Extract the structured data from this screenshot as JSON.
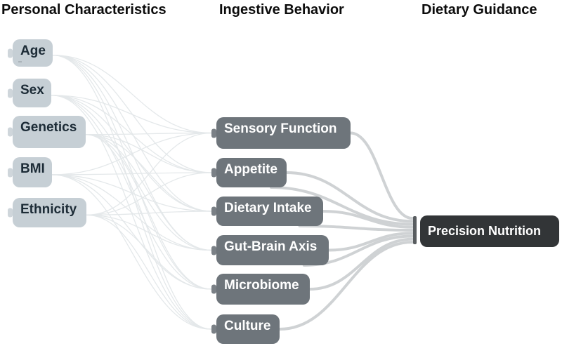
{
  "headers": [
    {
      "id": "personal-characteristics",
      "label": "Personal Characteristics"
    },
    {
      "id": "ingestive-behavior",
      "label": "Ingestive Behavior"
    },
    {
      "id": "dietary-guidance",
      "label": "Dietary Guidance"
    }
  ],
  "nodes": [
    {
      "id": "age",
      "label": "Age",
      "column": "personal"
    },
    {
      "id": "sex",
      "label": "Sex",
      "column": "personal"
    },
    {
      "id": "genetics",
      "label": "Genetics",
      "column": "personal"
    },
    {
      "id": "bmi",
      "label": "BMI",
      "column": "personal"
    },
    {
      "id": "ethnicity",
      "label": "Ethnicity",
      "column": "personal"
    },
    {
      "id": "sensory-function",
      "label": "Sensory Function",
      "column": "ingestive"
    },
    {
      "id": "appetite",
      "label": "Appetite",
      "column": "ingestive"
    },
    {
      "id": "dietary-intake",
      "label": "Dietary Intake",
      "column": "ingestive"
    },
    {
      "id": "gut-brain-axis",
      "label": "Gut-Brain Axis",
      "column": "ingestive"
    },
    {
      "id": "microbiome",
      "label": "Microbiome",
      "column": "ingestive"
    },
    {
      "id": "culture",
      "label": "Culture",
      "column": "ingestive"
    },
    {
      "id": "precision-nutrition",
      "label": "Precision Nutrition",
      "column": "dietary"
    }
  ],
  "edges": {
    "personal_to_ingestive": [
      [
        "age",
        "sensory-function"
      ],
      [
        "age",
        "appetite"
      ],
      [
        "age",
        "dietary-intake"
      ],
      [
        "age",
        "gut-brain-axis"
      ],
      [
        "age",
        "microbiome"
      ],
      [
        "age",
        "culture"
      ],
      [
        "sex",
        "sensory-function"
      ],
      [
        "sex",
        "appetite"
      ],
      [
        "sex",
        "dietary-intake"
      ],
      [
        "sex",
        "gut-brain-axis"
      ],
      [
        "sex",
        "microbiome"
      ],
      [
        "sex",
        "culture"
      ],
      [
        "genetics",
        "sensory-function"
      ],
      [
        "genetics",
        "appetite"
      ],
      [
        "genetics",
        "dietary-intake"
      ],
      [
        "genetics",
        "gut-brain-axis"
      ],
      [
        "genetics",
        "microbiome"
      ],
      [
        "genetics",
        "culture"
      ],
      [
        "bmi",
        "sensory-function"
      ],
      [
        "bmi",
        "appetite"
      ],
      [
        "bmi",
        "dietary-intake"
      ],
      [
        "bmi",
        "gut-brain-axis"
      ],
      [
        "bmi",
        "microbiome"
      ],
      [
        "bmi",
        "culture"
      ],
      [
        "ethnicity",
        "sensory-function"
      ],
      [
        "ethnicity",
        "appetite"
      ],
      [
        "ethnicity",
        "dietary-intake"
      ],
      [
        "ethnicity",
        "gut-brain-axis"
      ],
      [
        "ethnicity",
        "microbiome"
      ],
      [
        "ethnicity",
        "culture"
      ]
    ],
    "ingestive_to_dietary": [
      {
        "from": "sensory-function",
        "to": "precision-nutrition",
        "lines": 1
      },
      {
        "from": "appetite",
        "to": "precision-nutrition",
        "lines": 2
      },
      {
        "from": "dietary-intake",
        "to": "precision-nutrition",
        "lines": 2
      },
      {
        "from": "gut-brain-axis",
        "to": "precision-nutrition",
        "lines": 2
      },
      {
        "from": "microbiome",
        "to": "precision-nutrition",
        "lines": 1
      },
      {
        "from": "culture",
        "to": "precision-nutrition",
        "lines": 1
      }
    ]
  },
  "colors": {
    "personal_node_fill": "#c6cfd5",
    "personal_node_text": "#1c2b36",
    "personal_tab_fill": "#cfd6db",
    "ingestive_node_fill": "#6e757b",
    "ingestive_node_text": "#ffffff",
    "ingestive_tab_fill": "#7a8086",
    "dietary_node_fill": "#323537",
    "dietary_node_text": "#ffffff",
    "thin_edge": "#e4e8ea",
    "thick_edge": "#cfd2d4",
    "connector_bar": "#595d60",
    "header_text": "#0c0c0c"
  }
}
